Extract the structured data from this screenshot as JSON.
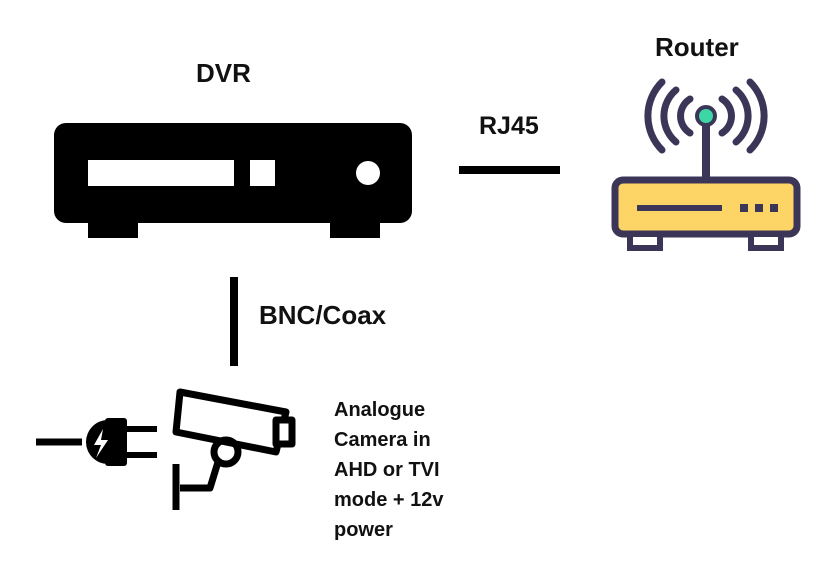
{
  "dvr": {
    "title": "DVR"
  },
  "router": {
    "title": "Router"
  },
  "connections": {
    "rj45": "RJ45",
    "bnc": "BNC/Coax"
  },
  "camera": {
    "description": "Analogue\nCamera in\nAHD or TVI\nmode + 12v\npower"
  },
  "colors": {
    "line": "#000000",
    "router_outline": "#3b3658",
    "router_body": "#fdd466",
    "router_led": "#3dd6a5"
  },
  "icons": {
    "dvr": "dvr-icon",
    "router": "router-icon",
    "camera": "cctv-camera-icon",
    "plug": "power-plug-icon"
  }
}
